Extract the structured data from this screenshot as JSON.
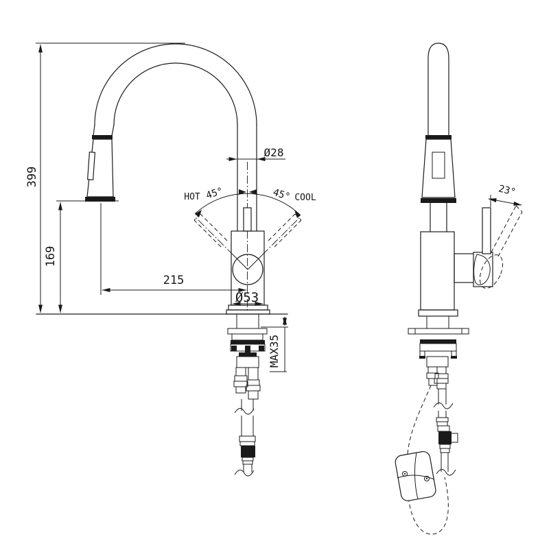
{
  "title": "faucet-technical-drawing",
  "colors": {
    "background": "#ffffff",
    "line": "#1a1a1a"
  },
  "views": {
    "front": "front-view",
    "side": "side-view"
  },
  "labels": {
    "total_height": "399",
    "outlet_height": "169",
    "reach": "215",
    "spout_diameter": "Ø28",
    "body_diameter": "Ø53",
    "max_deck": "MAX35",
    "hot": "HOT",
    "hot_angle": "45°",
    "cool_angle": "45°",
    "cool": "COOL",
    "handle_angle": "23°"
  }
}
